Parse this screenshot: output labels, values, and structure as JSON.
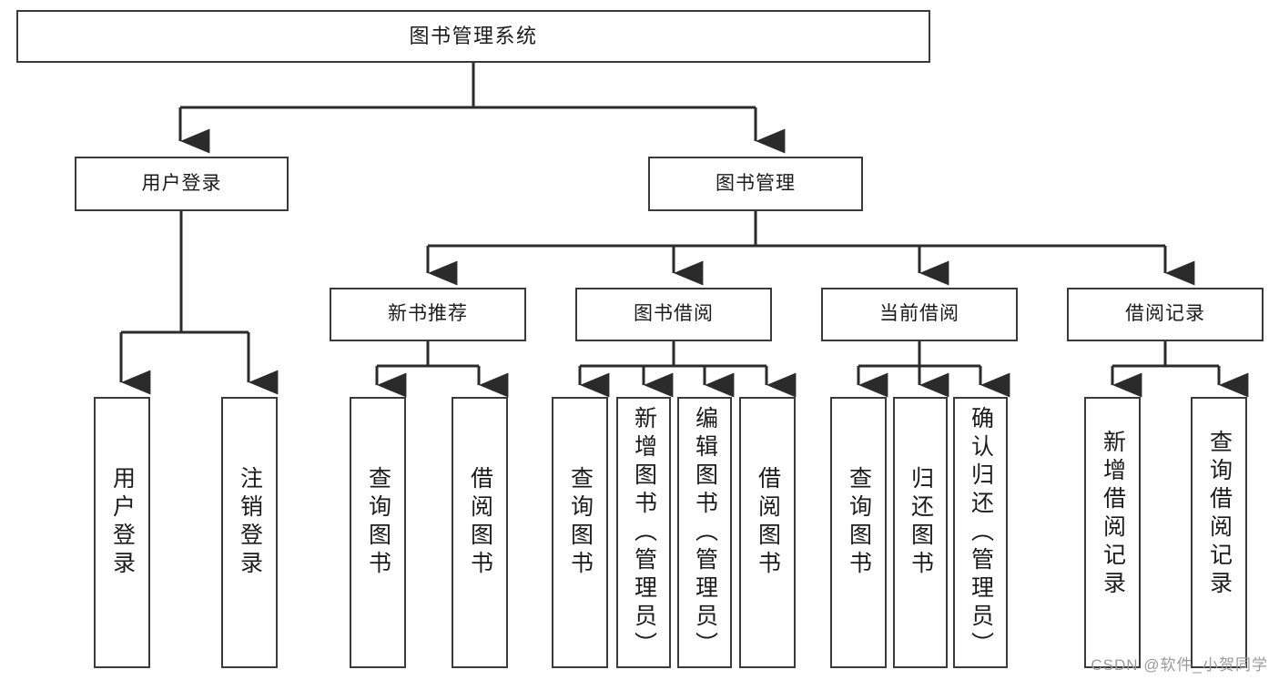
{
  "diagram": {
    "title": "图书管理系统",
    "type": "tree",
    "watermark": "CSDN @软件_小贺同学",
    "colors": {
      "box_border": "#3a3a3a",
      "box_fill": "#ffffff",
      "edge": "#2b2b2b",
      "text": "#1b1b1b",
      "watermark": "#9b9b9b"
    },
    "levels": {
      "root": {
        "label": "图书管理系统"
      },
      "level2": [
        {
          "label": "用户登录"
        },
        {
          "label": "图书管理"
        }
      ],
      "level3": [
        {
          "label": "新书推荐"
        },
        {
          "label": "图书借阅"
        },
        {
          "label": "当前借阅"
        },
        {
          "label": "借阅记录"
        }
      ]
    },
    "nodes": {
      "root": "图书管理系统",
      "user_login": "用户登录",
      "book_manage": "图书管理",
      "new_book_rec": "新书推荐",
      "book_borrow": "图书借阅",
      "current_borrow": "当前借阅",
      "borrow_record": "借阅记录",
      "leaf_user_login": "用户登录",
      "leaf_user_logout": "注销登录",
      "leaf_rec_query": "查询图书",
      "leaf_rec_borrow": "借阅图书",
      "leaf_borrow_query": "查询图书",
      "leaf_borrow_add": "新增图书（管理员）",
      "leaf_borrow_edit": "编辑图书（管理员）",
      "leaf_borrow_do": "借阅图书",
      "leaf_cur_query": "查询图书",
      "leaf_cur_return": "归还图书",
      "leaf_cur_confirm": "确认归还（管理员）",
      "leaf_rec_add": "新增借阅记录",
      "leaf_rec_search": "查询借阅记录"
    }
  }
}
